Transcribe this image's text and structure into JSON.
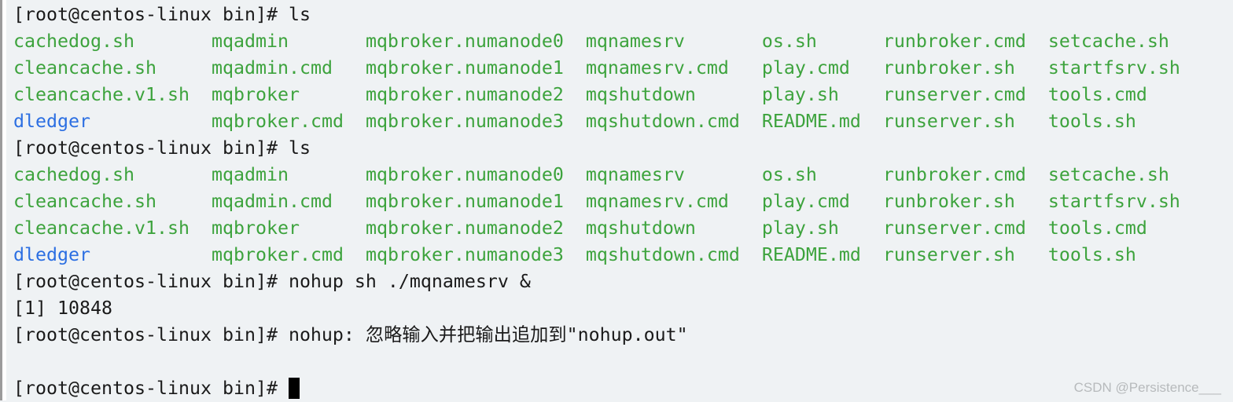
{
  "colors": {
    "background": "#eff2f4",
    "foreground": "#1a1a1a",
    "executable_green": "#3da33d",
    "directory_blue": "#2c6fe2",
    "watermark_gray": "#b7babc",
    "cursor_black": "#000000"
  },
  "terminal": {
    "prompt": "[root@centos-linux bin]#",
    "lines": [
      [
        {
          "t": "[root@centos-linux bin]# ls",
          "c": "p"
        }
      ],
      [
        {
          "t": "cachedog.sh",
          "c": "g"
        },
        {
          "t": "       ",
          "c": "sp"
        },
        {
          "t": "mqadmin",
          "c": "g"
        },
        {
          "t": "       ",
          "c": "sp"
        },
        {
          "t": "mqbroker.numanode0",
          "c": "g"
        },
        {
          "t": "  ",
          "c": "sp"
        },
        {
          "t": "mqnamesrv",
          "c": "g"
        },
        {
          "t": "       ",
          "c": "sp"
        },
        {
          "t": "os.sh",
          "c": "g"
        },
        {
          "t": "      ",
          "c": "sp"
        },
        {
          "t": "runbroker.cmd",
          "c": "g"
        },
        {
          "t": "  ",
          "c": "sp"
        },
        {
          "t": "setcache.sh",
          "c": "g"
        }
      ],
      [
        {
          "t": "cleancache.sh",
          "c": "g"
        },
        {
          "t": "     ",
          "c": "sp"
        },
        {
          "t": "mqadmin.cmd",
          "c": "g"
        },
        {
          "t": "   ",
          "c": "sp"
        },
        {
          "t": "mqbroker.numanode1",
          "c": "g"
        },
        {
          "t": "  ",
          "c": "sp"
        },
        {
          "t": "mqnamesrv.cmd",
          "c": "g"
        },
        {
          "t": "   ",
          "c": "sp"
        },
        {
          "t": "play.cmd",
          "c": "g"
        },
        {
          "t": "   ",
          "c": "sp"
        },
        {
          "t": "runbroker.sh",
          "c": "g"
        },
        {
          "t": "   ",
          "c": "sp"
        },
        {
          "t": "startfsrv.sh",
          "c": "g"
        }
      ],
      [
        {
          "t": "cleancache.v1.sh",
          "c": "g"
        },
        {
          "t": "  ",
          "c": "sp"
        },
        {
          "t": "mqbroker",
          "c": "g"
        },
        {
          "t": "      ",
          "c": "sp"
        },
        {
          "t": "mqbroker.numanode2",
          "c": "g"
        },
        {
          "t": "  ",
          "c": "sp"
        },
        {
          "t": "mqshutdown",
          "c": "g"
        },
        {
          "t": "      ",
          "c": "sp"
        },
        {
          "t": "play.sh",
          "c": "g"
        },
        {
          "t": "    ",
          "c": "sp"
        },
        {
          "t": "runserver.cmd",
          "c": "g"
        },
        {
          "t": "  ",
          "c": "sp"
        },
        {
          "t": "tools.cmd",
          "c": "g"
        }
      ],
      [
        {
          "t": "dledger",
          "c": "b"
        },
        {
          "t": "           ",
          "c": "sp"
        },
        {
          "t": "mqbroker.cmd",
          "c": "g"
        },
        {
          "t": "  ",
          "c": "sp"
        },
        {
          "t": "mqbroker.numanode3",
          "c": "g"
        },
        {
          "t": "  ",
          "c": "sp"
        },
        {
          "t": "mqshutdown.cmd",
          "c": "g"
        },
        {
          "t": "  ",
          "c": "sp"
        },
        {
          "t": "README.md",
          "c": "g"
        },
        {
          "t": "  ",
          "c": "sp"
        },
        {
          "t": "runserver.sh",
          "c": "g"
        },
        {
          "t": "   ",
          "c": "sp"
        },
        {
          "t": "tools.sh",
          "c": "g"
        }
      ],
      [
        {
          "t": "[root@centos-linux bin]# ls",
          "c": "p"
        }
      ],
      [
        {
          "t": "cachedog.sh",
          "c": "g"
        },
        {
          "t": "       ",
          "c": "sp"
        },
        {
          "t": "mqadmin",
          "c": "g"
        },
        {
          "t": "       ",
          "c": "sp"
        },
        {
          "t": "mqbroker.numanode0",
          "c": "g"
        },
        {
          "t": "  ",
          "c": "sp"
        },
        {
          "t": "mqnamesrv",
          "c": "g"
        },
        {
          "t": "       ",
          "c": "sp"
        },
        {
          "t": "os.sh",
          "c": "g"
        },
        {
          "t": "      ",
          "c": "sp"
        },
        {
          "t": "runbroker.cmd",
          "c": "g"
        },
        {
          "t": "  ",
          "c": "sp"
        },
        {
          "t": "setcache.sh",
          "c": "g"
        }
      ],
      [
        {
          "t": "cleancache.sh",
          "c": "g"
        },
        {
          "t": "     ",
          "c": "sp"
        },
        {
          "t": "mqadmin.cmd",
          "c": "g"
        },
        {
          "t": "   ",
          "c": "sp"
        },
        {
          "t": "mqbroker.numanode1",
          "c": "g"
        },
        {
          "t": "  ",
          "c": "sp"
        },
        {
          "t": "mqnamesrv.cmd",
          "c": "g"
        },
        {
          "t": "   ",
          "c": "sp"
        },
        {
          "t": "play.cmd",
          "c": "g"
        },
        {
          "t": "   ",
          "c": "sp"
        },
        {
          "t": "runbroker.sh",
          "c": "g"
        },
        {
          "t": "   ",
          "c": "sp"
        },
        {
          "t": "startfsrv.sh",
          "c": "g"
        }
      ],
      [
        {
          "t": "cleancache.v1.sh",
          "c": "g"
        },
        {
          "t": "  ",
          "c": "sp"
        },
        {
          "t": "mqbroker",
          "c": "g"
        },
        {
          "t": "      ",
          "c": "sp"
        },
        {
          "t": "mqbroker.numanode2",
          "c": "g"
        },
        {
          "t": "  ",
          "c": "sp"
        },
        {
          "t": "mqshutdown",
          "c": "g"
        },
        {
          "t": "      ",
          "c": "sp"
        },
        {
          "t": "play.sh",
          "c": "g"
        },
        {
          "t": "    ",
          "c": "sp"
        },
        {
          "t": "runserver.cmd",
          "c": "g"
        },
        {
          "t": "  ",
          "c": "sp"
        },
        {
          "t": "tools.cmd",
          "c": "g"
        }
      ],
      [
        {
          "t": "dledger",
          "c": "b"
        },
        {
          "t": "           ",
          "c": "sp"
        },
        {
          "t": "mqbroker.cmd",
          "c": "g"
        },
        {
          "t": "  ",
          "c": "sp"
        },
        {
          "t": "mqbroker.numanode3",
          "c": "g"
        },
        {
          "t": "  ",
          "c": "sp"
        },
        {
          "t": "mqshutdown.cmd",
          "c": "g"
        },
        {
          "t": "  ",
          "c": "sp"
        },
        {
          "t": "README.md",
          "c": "g"
        },
        {
          "t": "  ",
          "c": "sp"
        },
        {
          "t": "runserver.sh",
          "c": "g"
        },
        {
          "t": "   ",
          "c": "sp"
        },
        {
          "t": "tools.sh",
          "c": "g"
        }
      ],
      [
        {
          "t": "[root@centos-linux bin]# nohup sh ./mqnamesrv &",
          "c": "p"
        }
      ],
      [
        {
          "t": "[1] 10848",
          "c": "p"
        }
      ],
      [
        {
          "t": "[root@centos-linux bin]# nohup: 忽略输入并把输出追加到\"nohup.out\"",
          "c": "p"
        }
      ],
      [],
      [
        {
          "t": "[root@centos-linux bin]# ",
          "c": "p"
        },
        {
          "t": " ",
          "c": "cur"
        }
      ]
    ]
  },
  "watermark": {
    "text": "CSDN @Persistence___"
  }
}
